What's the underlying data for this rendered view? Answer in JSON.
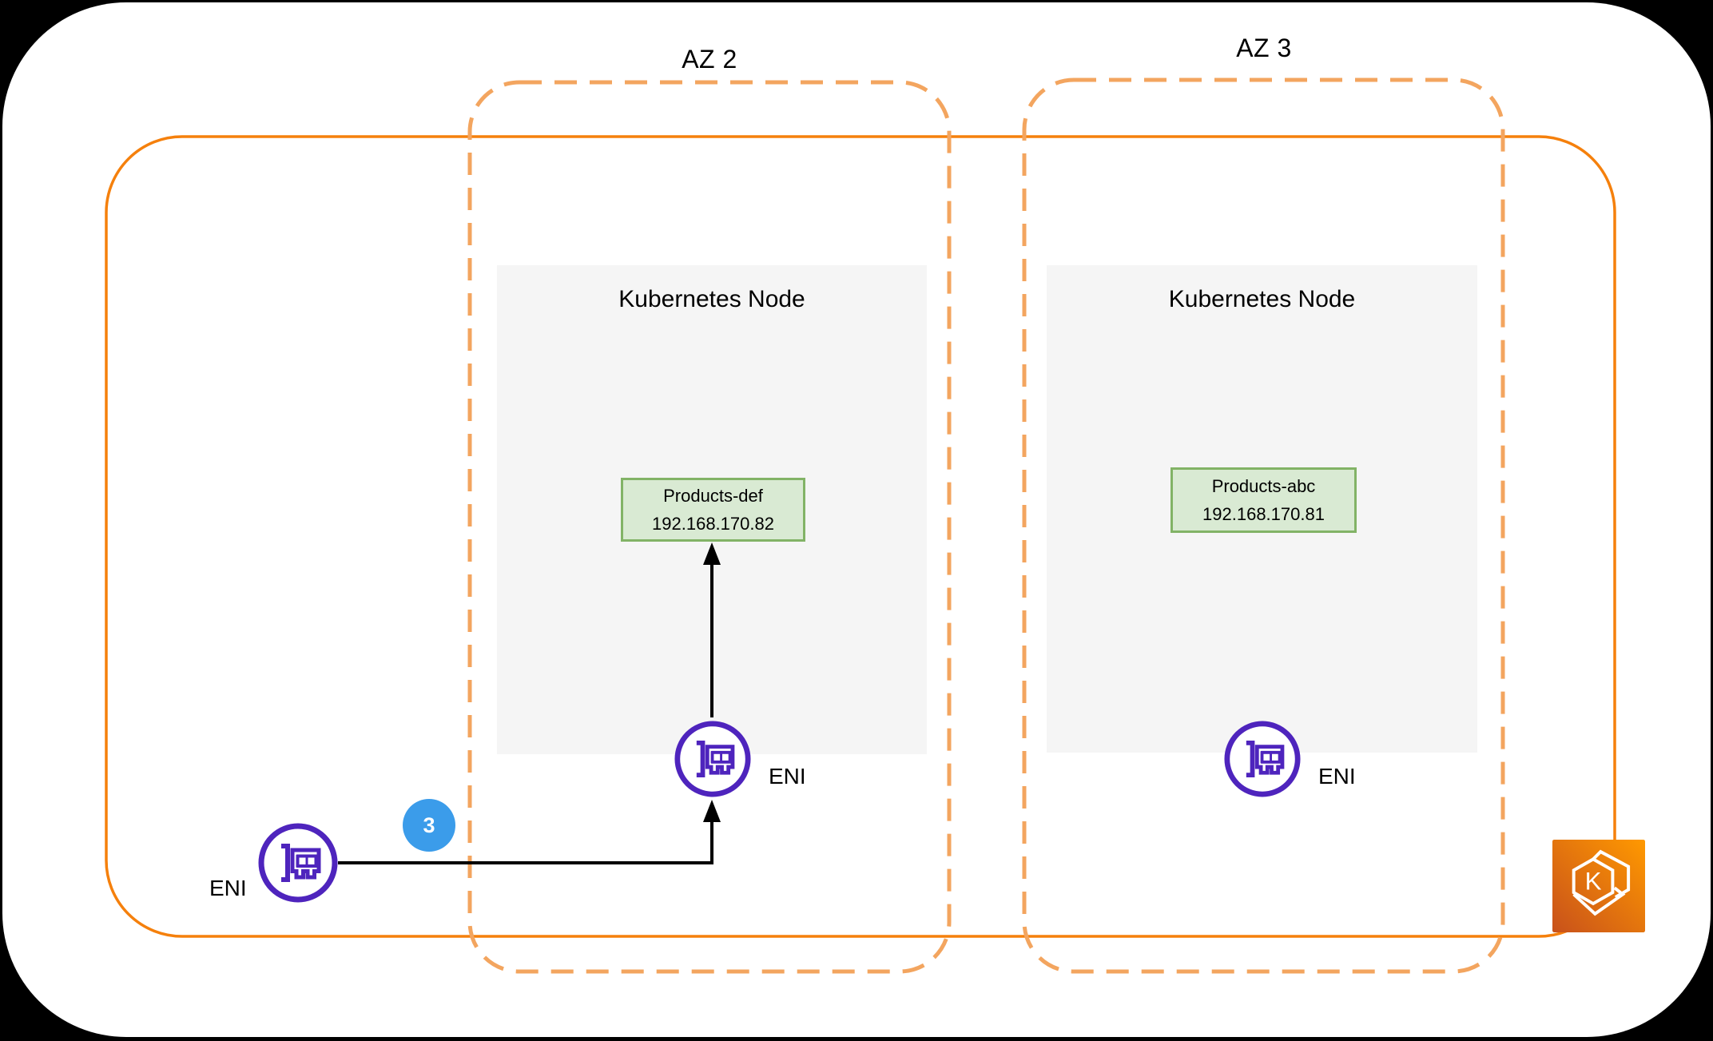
{
  "diagram": {
    "title_context": "EKS cross-AZ pod networking",
    "az2": {
      "label": "AZ 2"
    },
    "az3": {
      "label": "AZ 3"
    },
    "node_left": {
      "title": "Kubernetes Node",
      "pod_name": "Products-def",
      "pod_ip": "192.168.170.82",
      "eni_label": "ENI"
    },
    "node_right": {
      "title": "Kubernetes Node",
      "pod_name": "Products-abc",
      "pod_ip": "192.168.170.81",
      "eni_label": "ENI"
    },
    "external_eni": {
      "label": "ENI"
    },
    "badge": {
      "value": "3"
    },
    "eks": {
      "letter": "K"
    }
  },
  "icons": {
    "eni": "network-interface-card-icon",
    "eks": "amazon-eks-icon",
    "badge": "step-number-badge"
  },
  "colors": {
    "background": "#000000",
    "sheet": "#FFFFFF",
    "vpc_border": "#F5800C",
    "az_border": "#F3A55F",
    "node_fill": "#F5F5F5",
    "pod_fill": "#D9EAD3",
    "pod_border": "#82B366",
    "eni_purple": "#4E24BD",
    "badge_blue": "#3B9CEA",
    "arrow_black": "#000000",
    "eks_gradient_start": "#C8511B",
    "eks_gradient_end": "#FF9900"
  }
}
